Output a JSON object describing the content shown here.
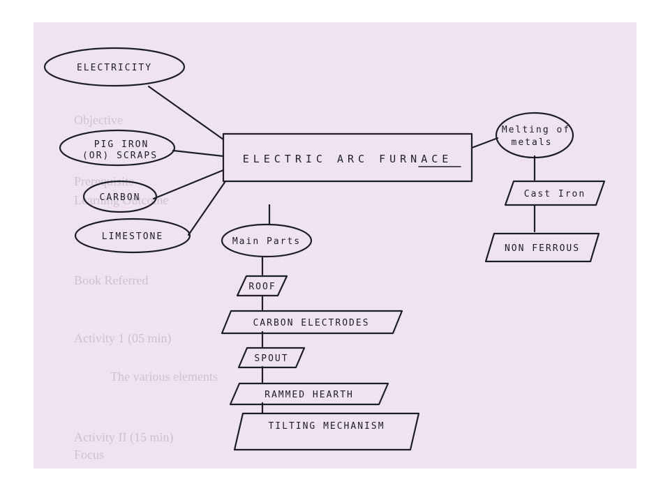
{
  "center": {
    "label": "ELECTRIC ARC FURNACE"
  },
  "inputs": [
    {
      "label": "ELECTRICITY"
    },
    {
      "label": "PIG IRON",
      "label2": "(OR) SCRAPS"
    },
    {
      "label": "CARBON"
    },
    {
      "label": "LIMESTONE"
    }
  ],
  "main_parts": {
    "title": "Main Parts",
    "items": [
      "ROOF",
      "CARBON ELECTRODES",
      "SPOUT",
      "RAMMED HEARTH",
      "TILTING MECHANISM"
    ]
  },
  "melting": {
    "title": "Melting of",
    "title2": "metals",
    "items": [
      "Cast Iron",
      "NON FERROUS"
    ]
  },
  "background_text": [
    "Objective",
    "Prerequisite",
    "Learning Outcome",
    "Book Referred",
    "Activity 1 (05 min)",
    "The various elements",
    "Activity II (15 min)",
    "Focus"
  ]
}
